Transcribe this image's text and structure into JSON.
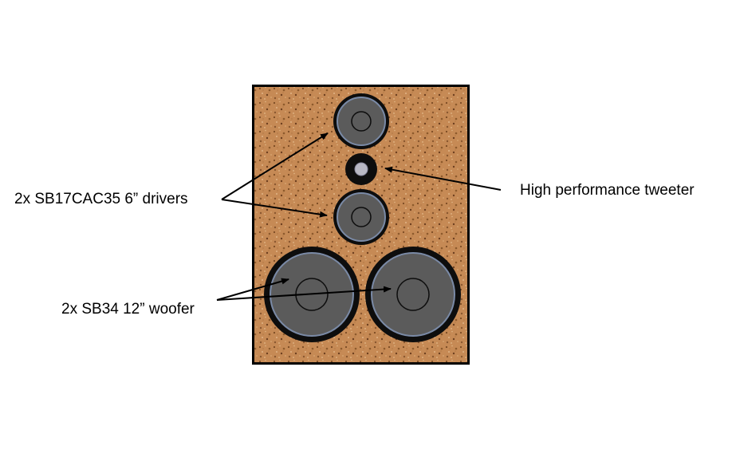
{
  "labels": {
    "midrange": "2x SB17CAC35 6” drivers",
    "woofer": "2x SB34 12” woofer",
    "tweeter": "High performance tweeter"
  },
  "colors": {
    "cabinet_fill": "#c68a55",
    "cabinet_speckle_dark": "#7a4a22",
    "cabinet_speckle_light": "#e2b887",
    "cabinet_border": "#000000",
    "driver_surround": "#0d0d0d",
    "driver_cone": "#5b5b5b",
    "driver_ring": "#7a8aa6",
    "tweeter_dome": "#b8b8c4",
    "arrow": "#000000"
  },
  "icons": [
    "midrange-driver-icon",
    "tweeter-icon",
    "woofer-icon",
    "arrow-icon"
  ]
}
